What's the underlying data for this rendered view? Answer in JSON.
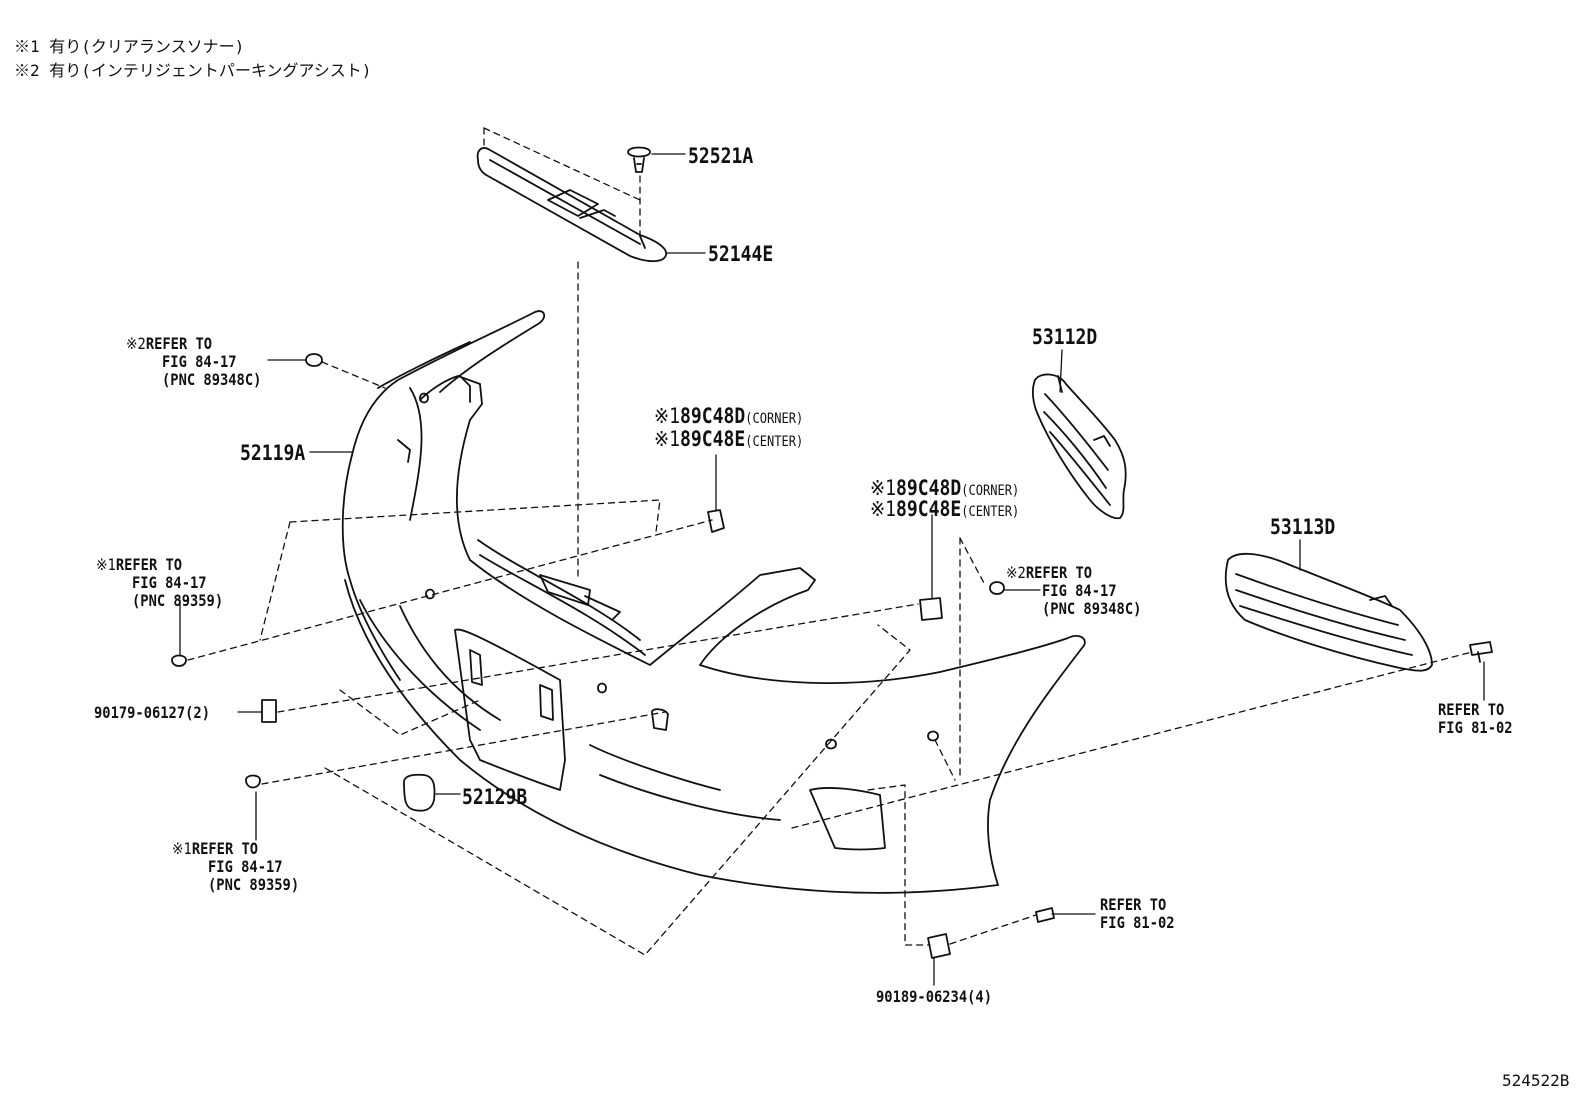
{
  "notes": [
    "※1 有り(クリアランスソナー)",
    "※2 有り(インテリジェントパーキングアシスト)"
  ],
  "callouts": {
    "p52521A": "52521A",
    "p52144E": "52144E",
    "p52119A": "52119A",
    "p53112D": "53112D",
    "p53113D": "53113D",
    "p52129B": "52129B",
    "p90179": "90179-06127(2)",
    "p90189": "90189-06234(4)",
    "sensor_a": {
      "mark": "※1",
      "corner_code": "89C48D",
      "corner_tag": "(CORNER)",
      "center_code": "89C48E",
      "center_tag": "(CENTER)"
    },
    "sensor_b": {
      "mark": "※1",
      "corner_code": "89C48D",
      "corner_tag": "(CORNER)",
      "center_code": "89C48E",
      "center_tag": "(CENTER)"
    },
    "ref_left_top": {
      "mark": "※2",
      "l1": "REFER TO",
      "l2": "FIG 84-17",
      "l3": "(PNC 89348C)"
    },
    "ref_left_mid": {
      "mark": "※1",
      "l1": "REFER TO",
      "l2": "FIG 84-17",
      "l3": "(PNC 89359)"
    },
    "ref_left_bot": {
      "mark": "※1",
      "l1": "REFER TO",
      "l2": "FIG 84-17",
      "l3": "(PNC 89359)"
    },
    "ref_right_mid": {
      "mark": "※2",
      "l1": "REFER TO",
      "l2": "FIG 84-17",
      "l3": "(PNC 89348C)"
    },
    "ref_right_grille": {
      "l1": "REFER TO",
      "l2": "FIG 81-02"
    },
    "ref_bottom": {
      "l1": "REFER TO",
      "l2": "FIG 81-02"
    }
  },
  "figure_id": "524522B"
}
